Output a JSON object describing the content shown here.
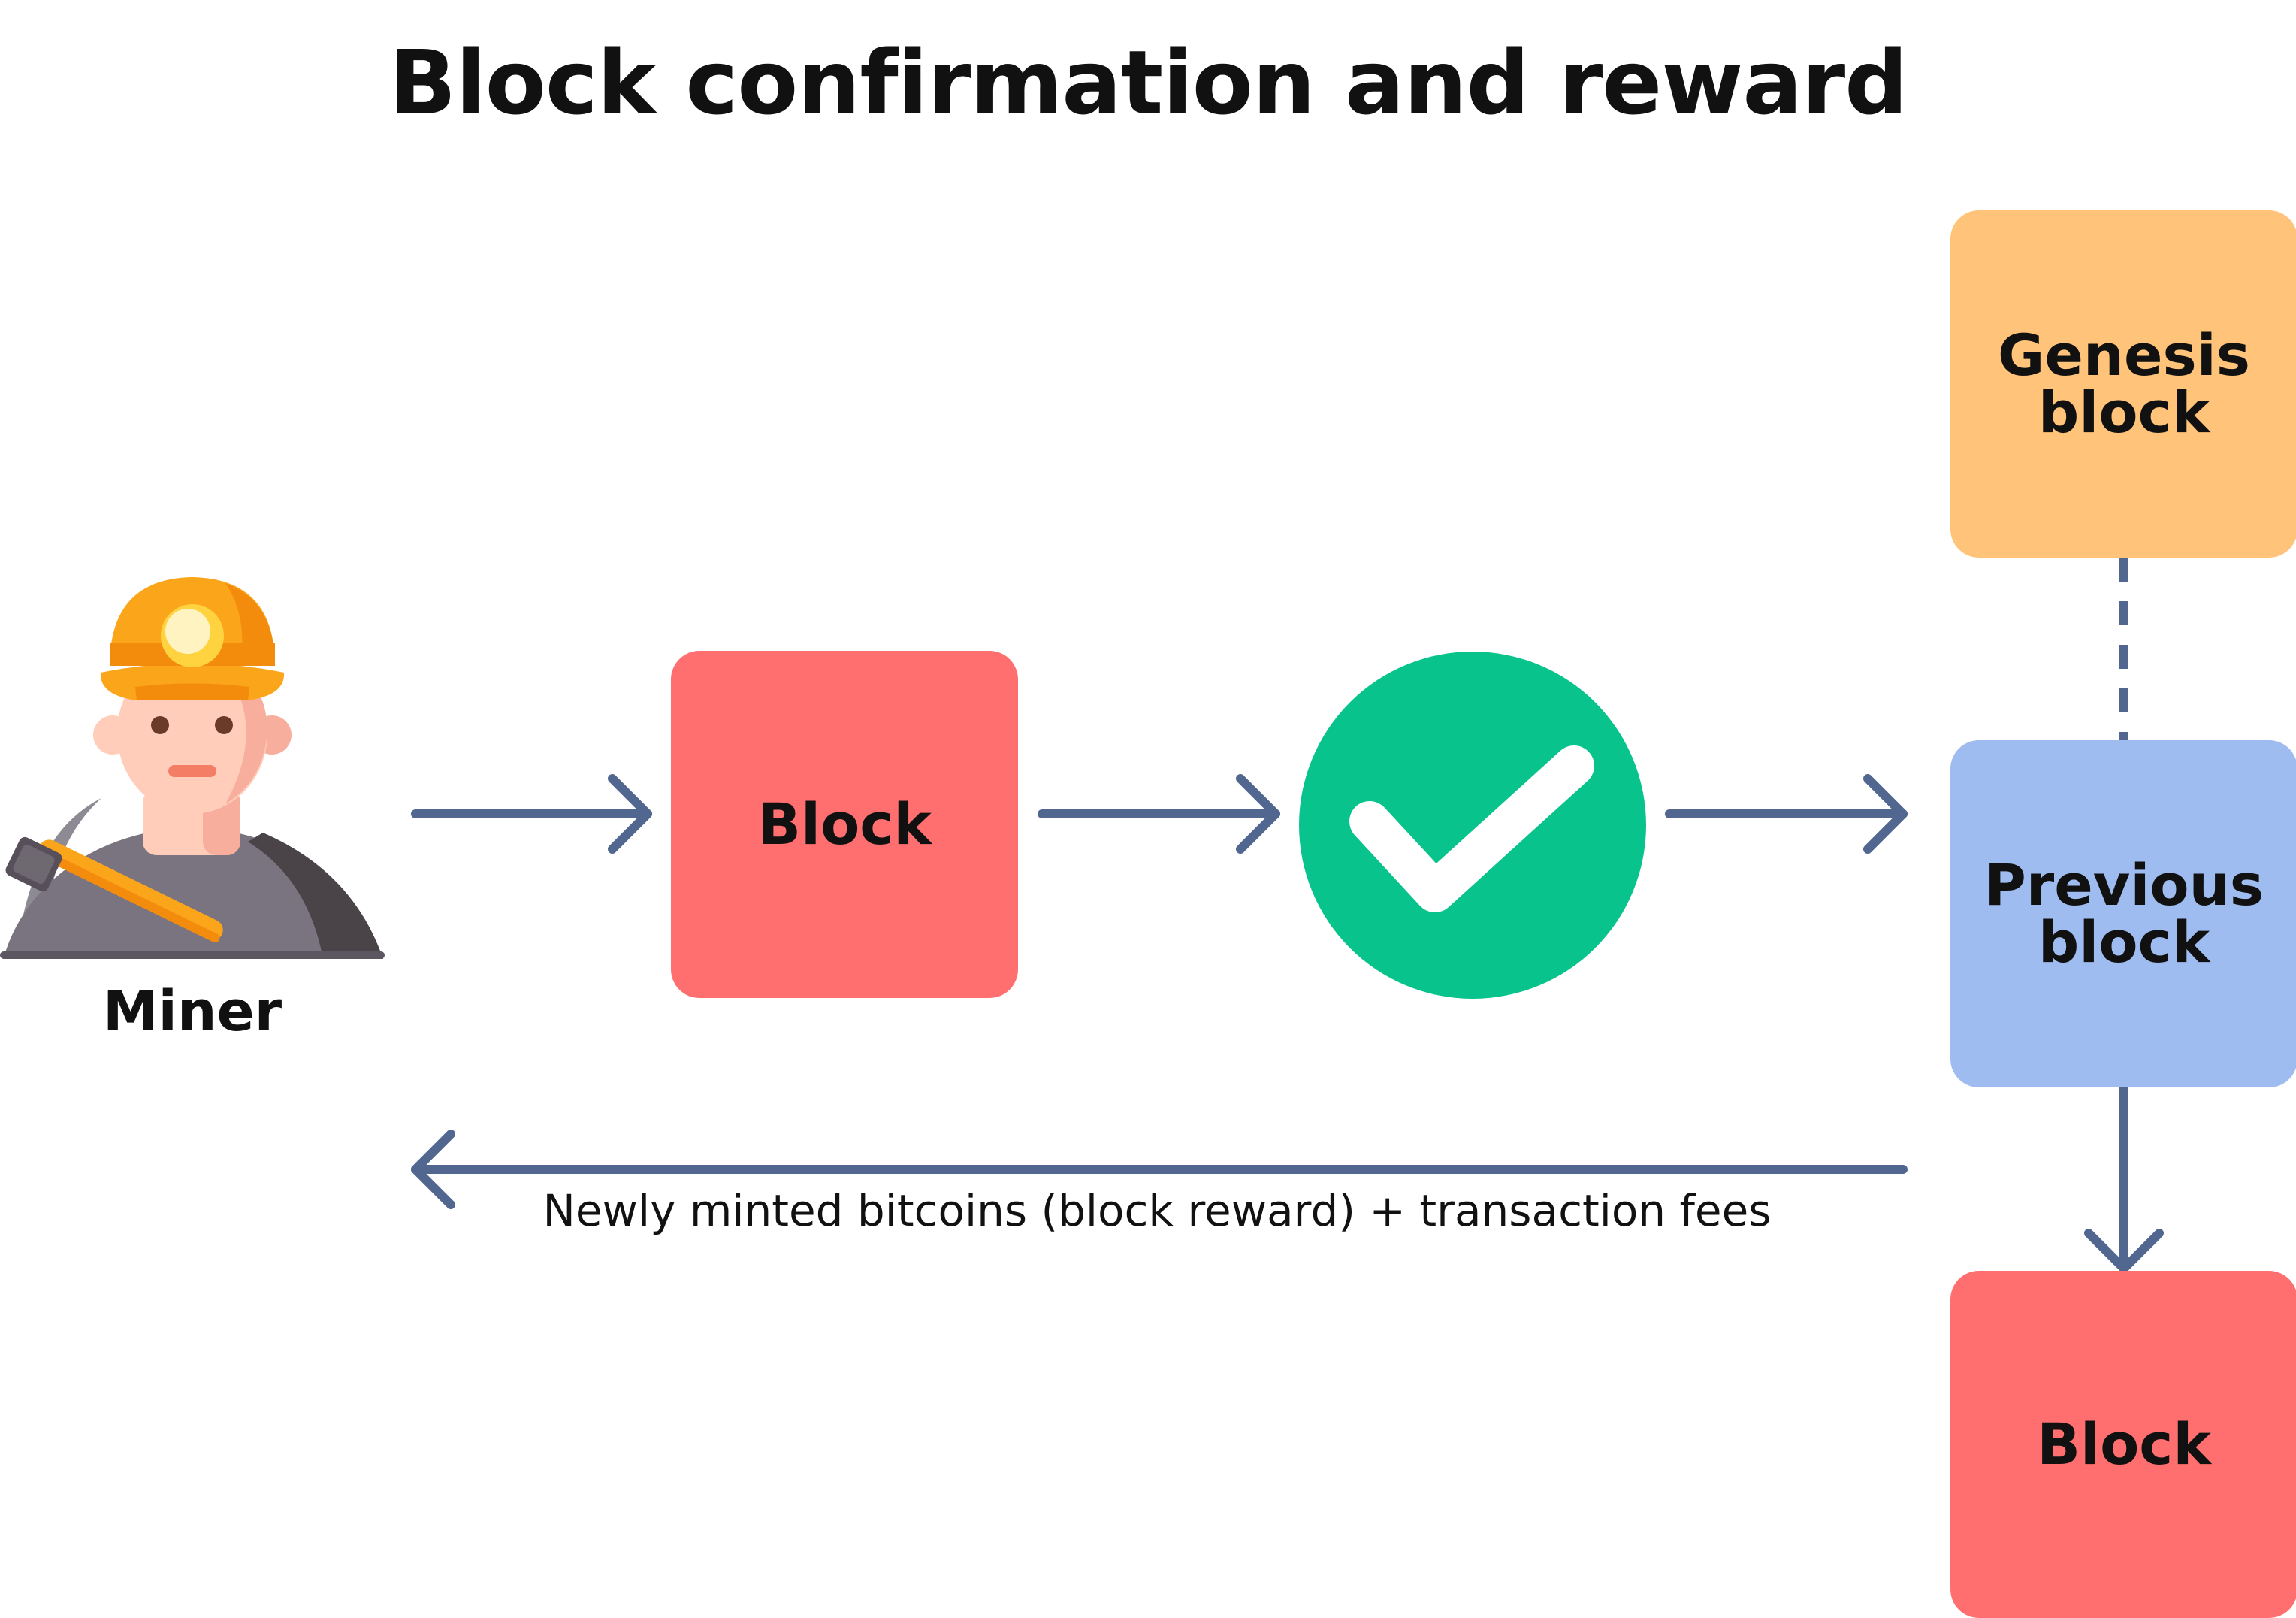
{
  "title": "Block confirmation and reward",
  "nodes": {
    "miner": {
      "label": "Miner",
      "icon": "miner-icon"
    },
    "block_in": {
      "label": "Block",
      "color": "#FF6F6F"
    },
    "confirm": {
      "icon": "check-circle-icon",
      "color": "#08C48C"
    },
    "genesis": {
      "label": "Genesis\nblock",
      "color": "#FFC47A"
    },
    "previous": {
      "label": "Previous\nblock",
      "color": "#9EBCF0"
    },
    "block_new": {
      "label": "Block",
      "color": "#FF6F6F"
    }
  },
  "edges": {
    "reward_label": "Newly minted bitcoins (block reward) + transaction fees",
    "arrow_color": "#52678F"
  }
}
